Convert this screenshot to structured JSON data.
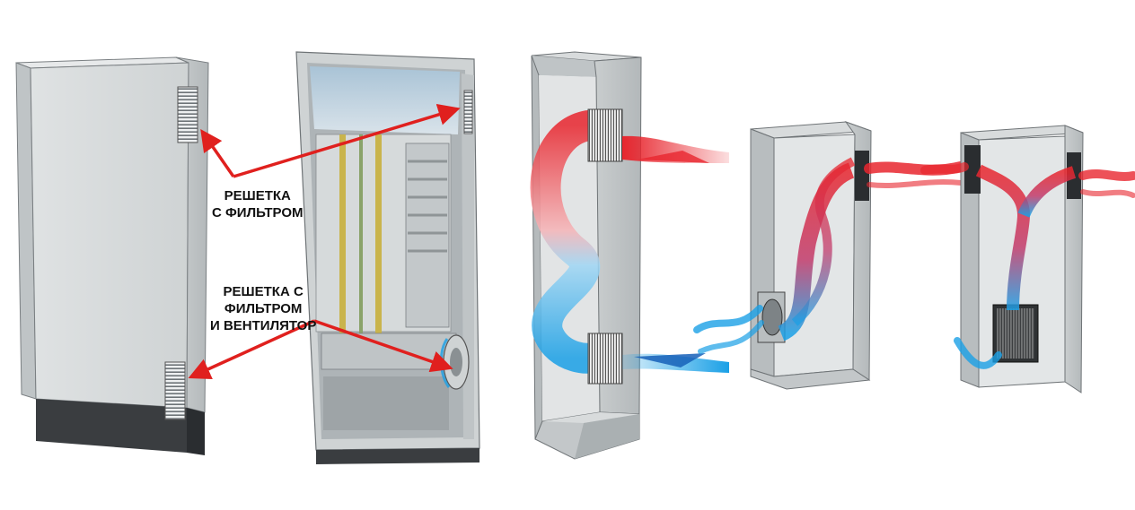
{
  "labels": {
    "filter_grille": [
      "РЕШЕТКА",
      "С ФИЛЬТРОМ"
    ],
    "filter_fan": [
      "РЕШЕТКА С",
      "ФИЛЬТРОМ",
      "И ВЕНТИЛЯТОР"
    ]
  },
  "colors": {
    "hot_air": "#e8262e",
    "cool_air": "#1aa0e6",
    "pointer_arrow": "#e0201e",
    "cabinet_body": "#d4d8d9",
    "cabinet_plinth": "#3a3d40"
  }
}
